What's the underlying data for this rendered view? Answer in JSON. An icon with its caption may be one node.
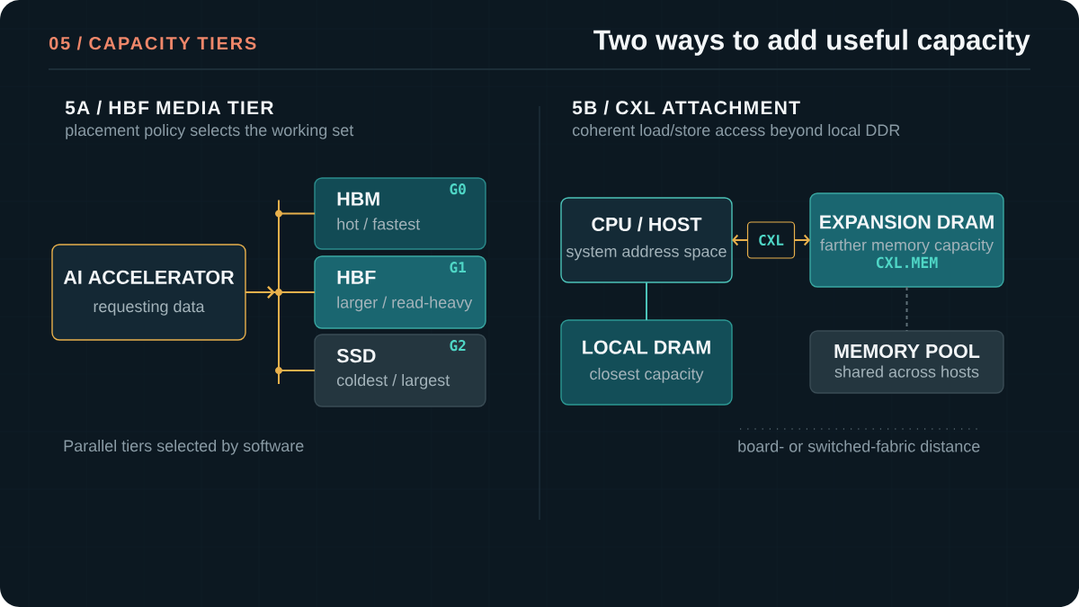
{
  "diagram": {
    "title": "Two ways to add useful capacity",
    "nodes": [
      {
        "text": [
          "AI ACCELERATOR",
          "requesting data"
        ]
      },
      {
        "text": [
          "HBM",
          "G0",
          "hot / fastest"
        ]
      },
      {
        "text": [
          "HBF",
          "G1",
          "larger / read-heavy"
        ]
      },
      {
        "text": [
          "SSD",
          "G2",
          "coldest / largest"
        ]
      },
      {
        "text": [
          "CPU / HOST",
          "system address space"
        ]
      },
      {
        "text": [
          "EXPANSION DRAM",
          "farther memory capacity",
          "CXL.MEM"
        ]
      },
      {
        "text": [
          "LOCAL DRAM",
          "closest capacity"
        ]
      },
      {
        "text": [
          "MEMORY POOL",
          "shared across hosts"
        ]
      }
    ],
    "edges": [
      {
        "from": 0,
        "to": 1,
        "arrow": "to"
      },
      {
        "from": 0,
        "to": 2,
        "arrow": "to"
      },
      {
        "from": 0,
        "to": 3,
        "arrow": "to"
      },
      {
        "from": 4,
        "to": 5,
        "arrow": "both",
        "label": "CXL"
      },
      {
        "from": 4,
        "to": 6,
        "arrow": "none",
        "color": "#4cc2b8"
      },
      {
        "from": 5,
        "to": 7,
        "arrow": "none",
        "style": "dashed",
        "color": "#5f7078"
      }
    ],
    "labels": [
      "05 / CAPACITY TIERS",
      "5A / HBF MEDIA TIER",
      "placement policy selects the working set",
      "5B / CXL ATTACHMENT",
      "coherent load/store access beyond local DDR",
      "Parallel tiers selected by software",
      "board- or switched-fabric distance"
    ]
  }
}
